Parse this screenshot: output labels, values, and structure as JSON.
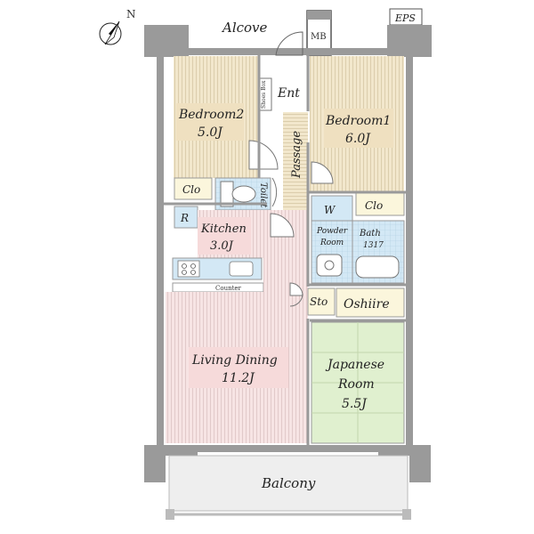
{
  "compass": {
    "label": "N"
  },
  "labels": {
    "alcove": "Alcove",
    "mb": "MB",
    "eps": "EPS",
    "ent": "Ent",
    "shoes_box": "Shoes Box",
    "bedroom2": "Bedroom2",
    "bedroom2_size": "5.0J",
    "bedroom1": "Bedroom1",
    "bedroom1_size": "6.0J",
    "passage": "Passage",
    "toilet": "Toilet",
    "clo_left": "Clo",
    "clo_right": "Clo",
    "w": "W",
    "r": "R",
    "kitchen": "Kitchen",
    "kitchen_size": "3.0J",
    "powder_room_1": "Powder",
    "powder_room_2": "Room",
    "bath": "Bath",
    "bath_size": "1317",
    "counter": "Counter",
    "sto": "Sto",
    "oshiire": "Oshiire",
    "living_dining": "Living Dining",
    "living_dining_size": "11.2J",
    "japanese_1": "Japanese",
    "japanese_2": "Room",
    "japanese_size": "5.5J",
    "balcony": "Balcony"
  },
  "colors": {
    "wall": "#9a9a9a",
    "bedroom": "#f2e7cc",
    "bedroom_label": "#efe0c0",
    "living": "#f7e4e4",
    "living_label": "#f6dada",
    "wet": "#d3e8f5",
    "japanese": "#e0f0cf",
    "storage": "#fbf6dc",
    "balcony": "#eeeeee",
    "floor_white": "#ffffff"
  }
}
